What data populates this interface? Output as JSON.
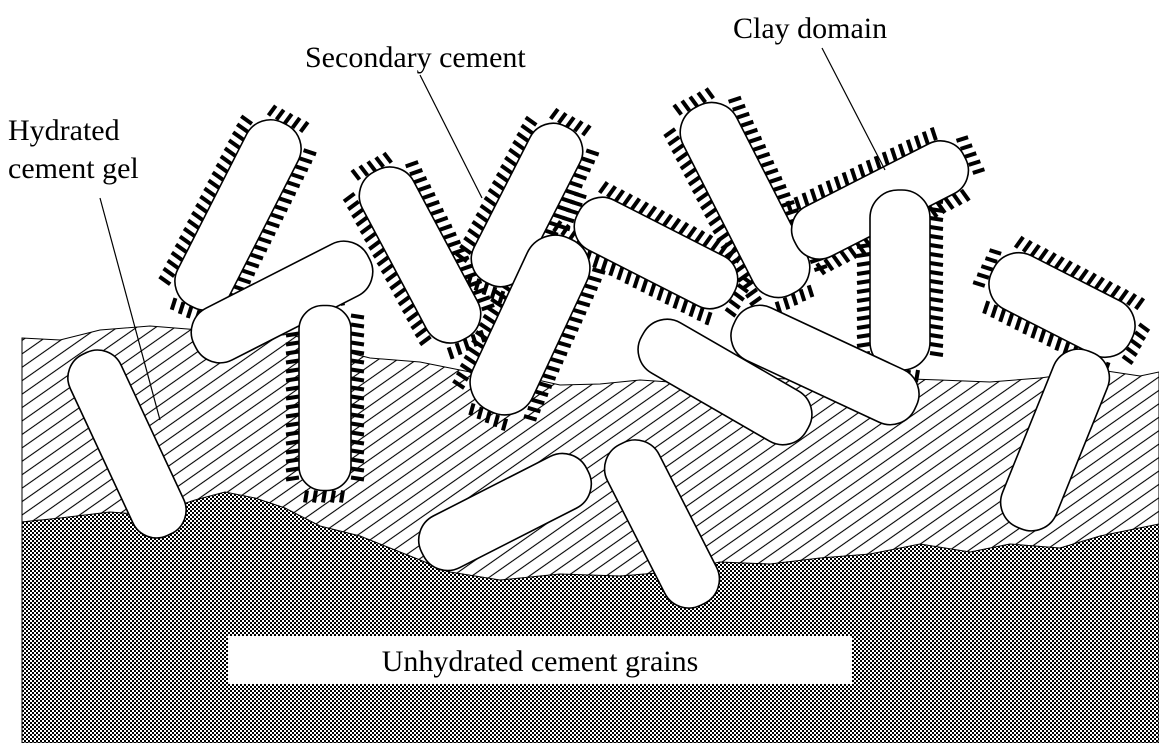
{
  "diagram": {
    "labels": {
      "clay_domain": "Clay domain",
      "secondary_cement": "Secondary cement",
      "hydrated_line1": "Hydrated",
      "hydrated_line2": "cement gel",
      "unhydrated": "Unhydrated cement grains"
    },
    "colors": {
      "ink": "#000000",
      "background": "#ffffff",
      "particle": "#ffffff"
    },
    "regions": [
      "hydrated-cement-gel-hatch",
      "unhydrated-cement-grains-crosshatch",
      "clay-particles",
      "secondary-cement-fringes"
    ]
  }
}
